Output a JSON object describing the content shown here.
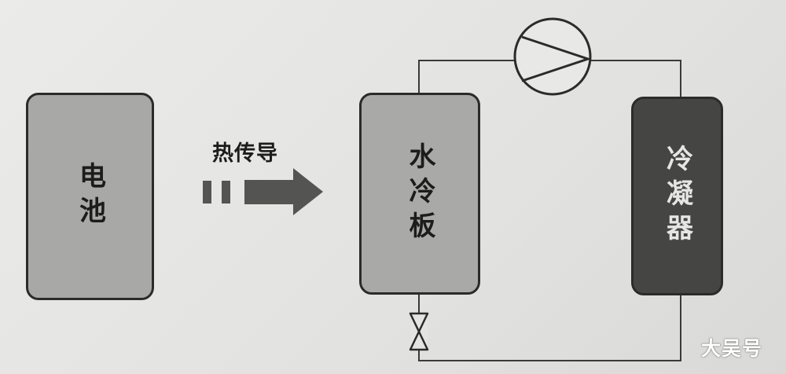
{
  "battery": {
    "label": "电池"
  },
  "heat_transfer": {
    "label": "热传导"
  },
  "cold_plate": {
    "label": "水冷板"
  },
  "condenser": {
    "label": "冷凝器"
  },
  "watermark": {
    "text": "大吴号"
  },
  "colors": {
    "background": "#e6e6e4",
    "battery_fill": "#a8a8a6",
    "cold_plate_fill": "#a9a9a7",
    "condenser_fill": "#454544",
    "arrow": "#545453",
    "line": "#2b2b2b"
  },
  "icons": [
    "pump-icon",
    "valve-icon",
    "heat-flow-arrow-icon"
  ]
}
